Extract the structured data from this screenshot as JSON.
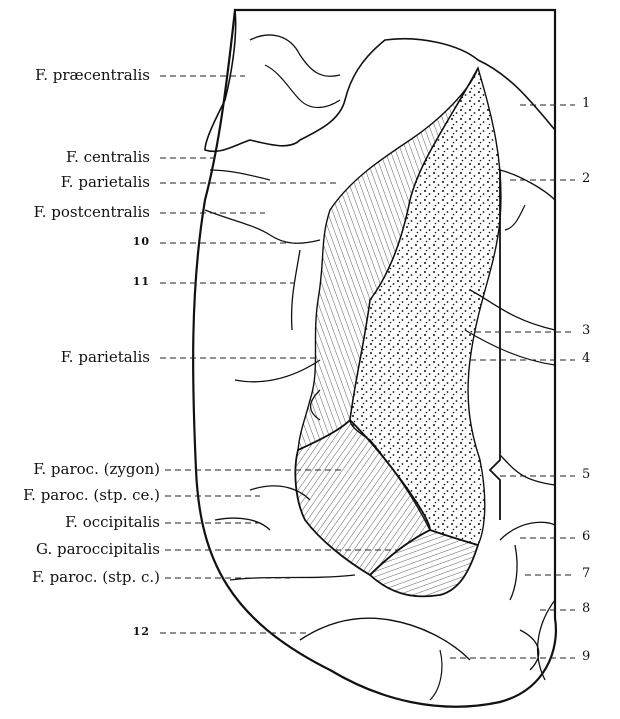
{
  "left_labels": [
    {
      "id": "praecentralis",
      "text": "F. præcentralis"
    },
    {
      "id": "centralis",
      "text": "F. centralis"
    },
    {
      "id": "parietalis-1",
      "text": "F. parietalis"
    },
    {
      "id": "postcentralis",
      "text": "F. postcentralis"
    },
    {
      "id": "n10",
      "text": "10"
    },
    {
      "id": "n11",
      "text": "11"
    },
    {
      "id": "parietalis-2",
      "text": "F. parietalis"
    },
    {
      "id": "paroc-zygon",
      "text": "F. paroc. (zygon)"
    },
    {
      "id": "paroc-stp-ce",
      "text": "F. paroc. (stp. ce.)"
    },
    {
      "id": "occipitalis",
      "text": "F. occipitalis"
    },
    {
      "id": "paroccipitalis",
      "text": "G. paroccipitalis"
    },
    {
      "id": "paroc-stp-c",
      "text": "F. paroc. (stp. c.)"
    },
    {
      "id": "n12",
      "text": "12"
    }
  ],
  "right_labels": [
    {
      "id": "r1",
      "text": "1"
    },
    {
      "id": "r2",
      "text": "2"
    },
    {
      "id": "r3",
      "text": "3"
    },
    {
      "id": "r4",
      "text": "4"
    },
    {
      "id": "r5",
      "text": "5"
    },
    {
      "id": "r6",
      "text": "6"
    },
    {
      "id": "r7",
      "text": "7"
    },
    {
      "id": "r8",
      "text": "8"
    },
    {
      "id": "r9",
      "text": "9"
    }
  ]
}
